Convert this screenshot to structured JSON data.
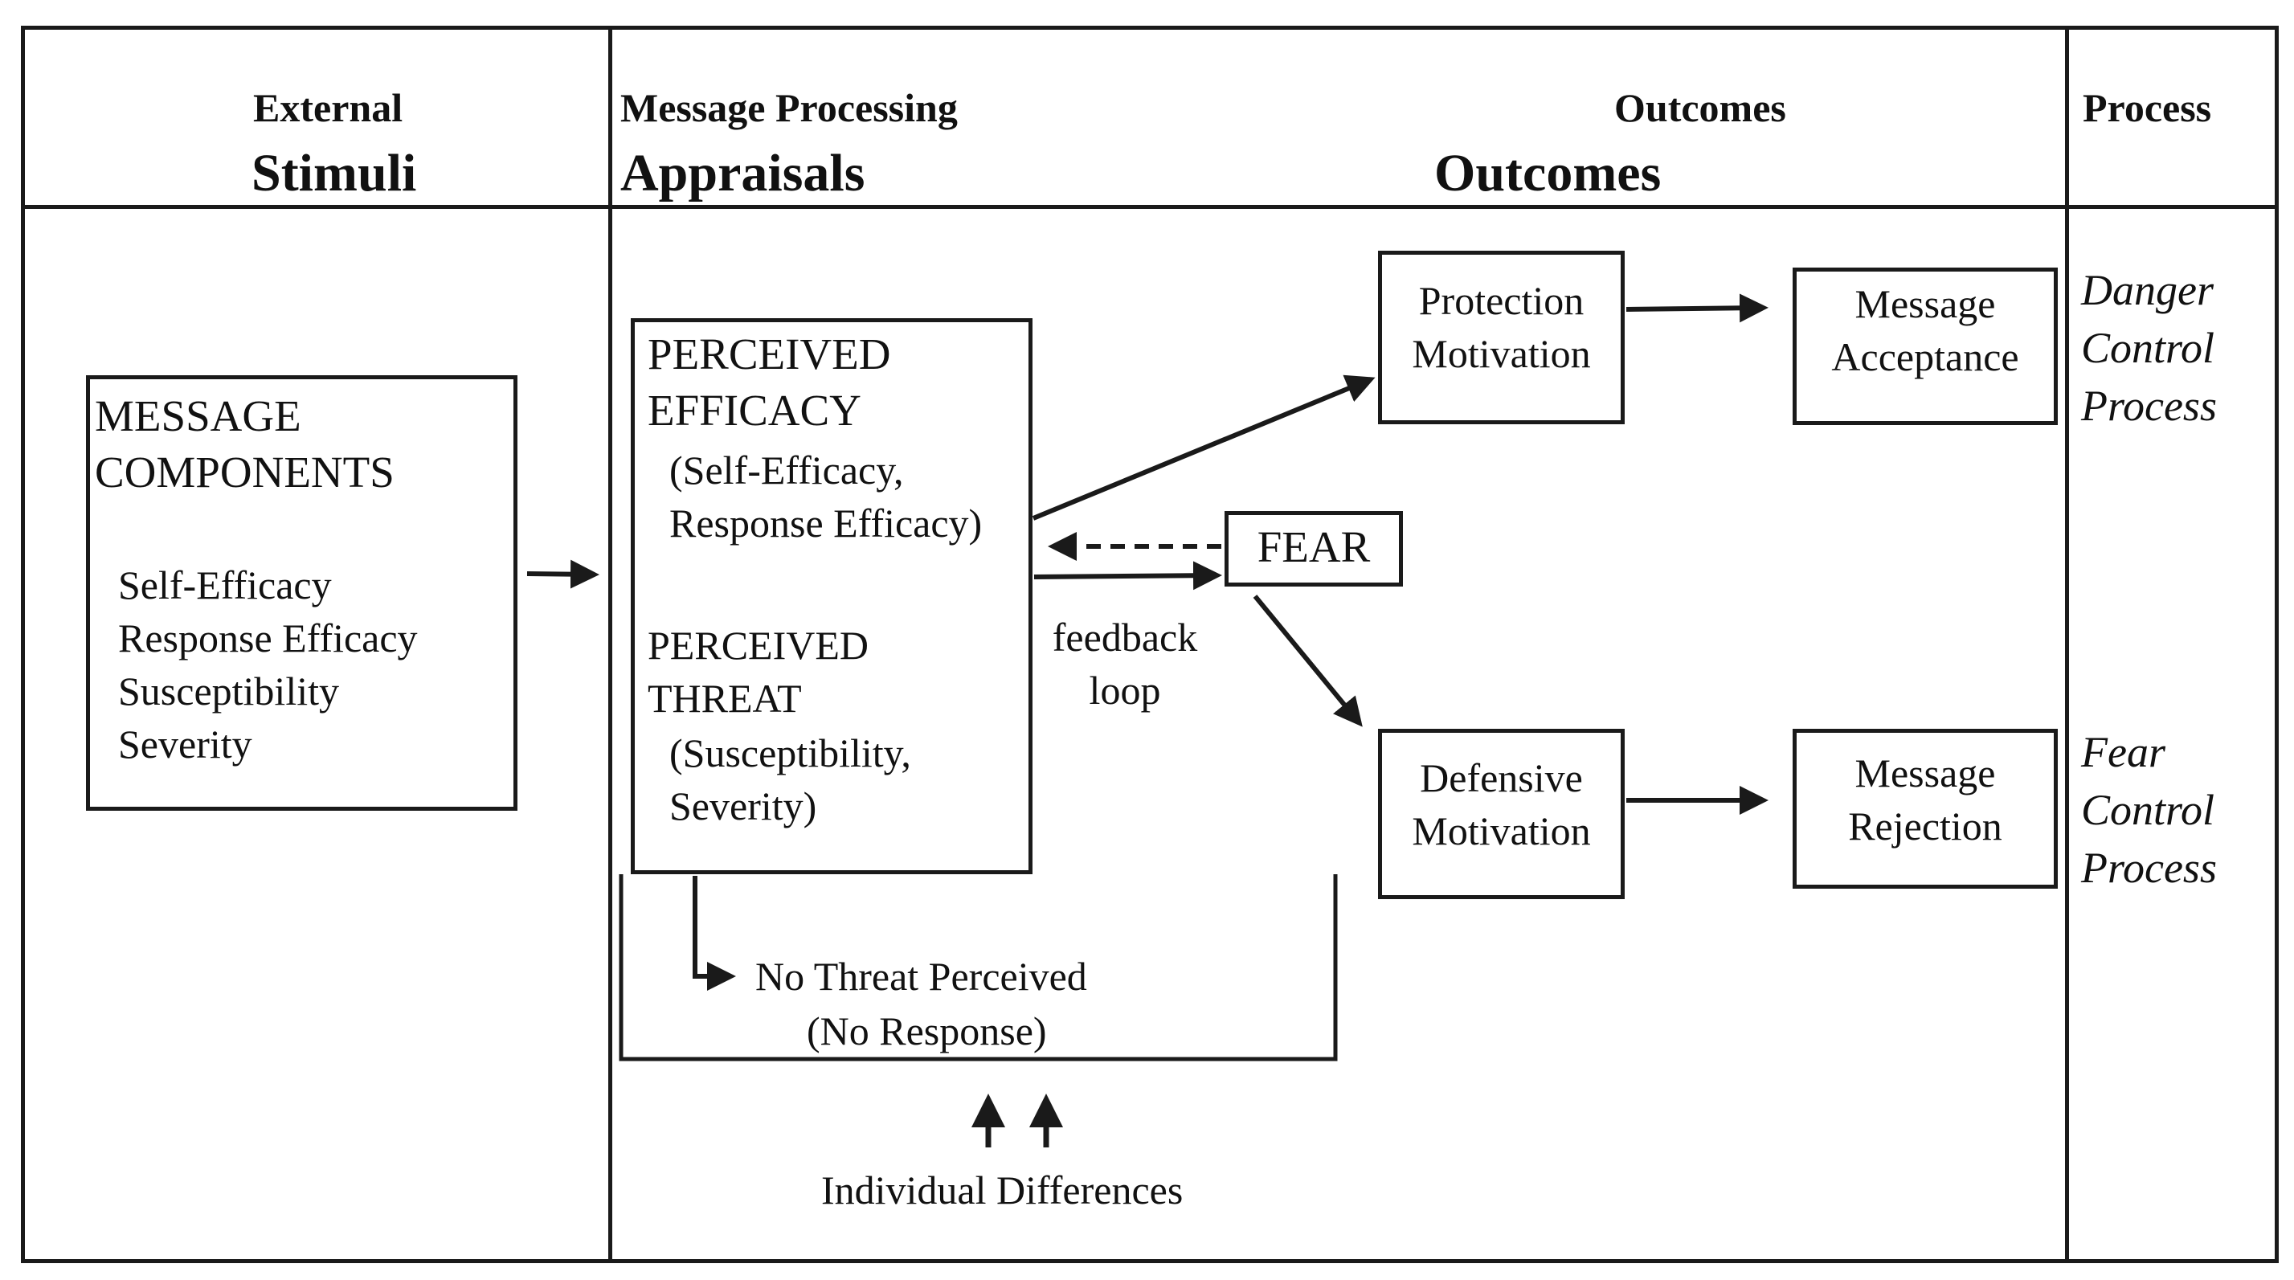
{
  "columns": {
    "stimuli": {
      "small": "External",
      "big": "Stimuli"
    },
    "appraisals": {
      "small": "Message Processing",
      "big": "Appraisals"
    },
    "outcomes": {
      "small": "Outcomes",
      "big": "Outcomes"
    },
    "process": {
      "small": "Process"
    }
  },
  "message_components": {
    "title_line1": "MESSAGE",
    "title_line2": "COMPONENTS",
    "items": [
      "Self-Efficacy",
      "Response Efficacy",
      "Susceptibility",
      "Severity"
    ]
  },
  "perceived": {
    "efficacy_line1": "PERCEIVED",
    "efficacy_line2": "EFFICACY",
    "efficacy_detail1": "(Self-Efficacy,",
    "efficacy_detail2": "Response Efficacy)",
    "threat_line1": "PERCEIVED",
    "threat_line2": "THREAT",
    "threat_detail1": "(Susceptibility,",
    "threat_detail2": "Severity)"
  },
  "fear": "FEAR",
  "feedback": {
    "line1": "feedback",
    "line2": "loop"
  },
  "no_threat": {
    "line1": "No Threat Perceived",
    "line2": "(No Response)"
  },
  "individual_differences": "Individual Differences",
  "protection": {
    "line1": "Protection",
    "line2": "Motivation"
  },
  "defensive": {
    "line1": "Defensive",
    "line2": "Motivation"
  },
  "acceptance": {
    "line1": "Message",
    "line2": "Acceptance"
  },
  "rejection": {
    "line1": "Message",
    "line2": "Rejection"
  },
  "danger_process": {
    "line1": "Danger",
    "line2": "Control",
    "line3": "Process"
  },
  "fear_process": {
    "line1": "Fear",
    "line2": "Control",
    "line3": "Process"
  }
}
